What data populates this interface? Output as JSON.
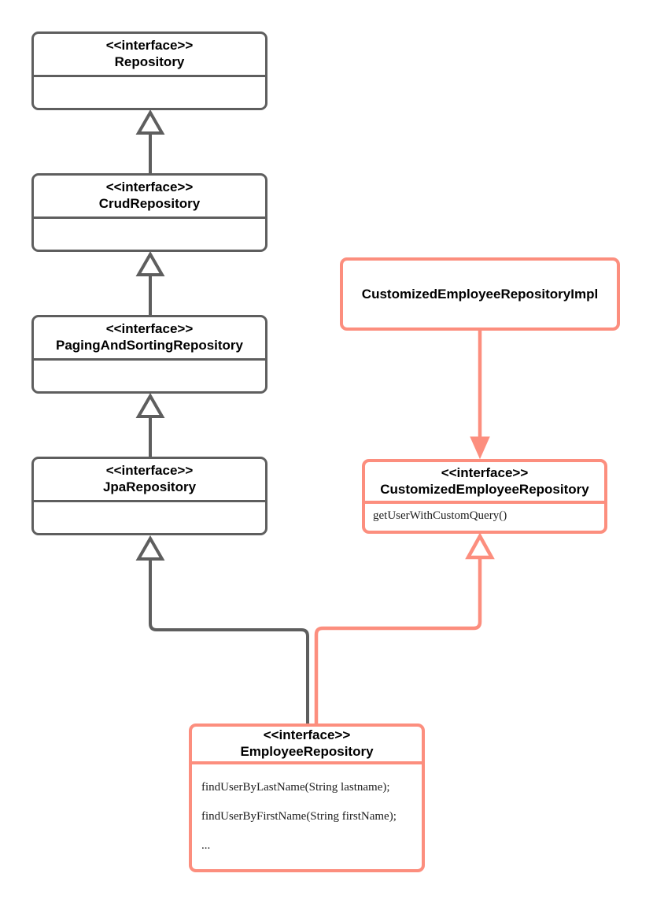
{
  "diagram": {
    "kind": "uml-class-diagram",
    "colors": {
      "node_border_gray": "#5e5e5e",
      "node_border_salmon": "#fc8e7e",
      "title_text": "#000000",
      "method_text": "#1c1c1c",
      "background": "#ffffff"
    },
    "nodes": {
      "repository": {
        "stereotype": "<<interface>>",
        "name": "Repository",
        "methods": []
      },
      "crud_repository": {
        "stereotype": "<<interface>>",
        "name": "CrudRepository",
        "methods": []
      },
      "paging_and_sorting_repository": {
        "stereotype": "<<interface>>",
        "name": "PagingAndSortingRepository",
        "methods": []
      },
      "jpa_repository": {
        "stereotype": "<<interface>>",
        "name": "JpaRepository",
        "methods": []
      },
      "customized_employee_repository_impl": {
        "stereotype": "",
        "name": "CustomizedEmployeeRepositoryImpl",
        "methods": []
      },
      "customized_employee_repository": {
        "stereotype": "<<interface>>",
        "name": "CustomizedEmployeeRepository",
        "methods": [
          "getUserWithCustomQuery()"
        ]
      },
      "employee_repository": {
        "stereotype": "<<interface>>",
        "name": "EmployeeRepository",
        "methods": [
          "findUserByLastName(String lastname);",
          "findUserByFirstName(String firstName);",
          "..."
        ]
      }
    },
    "edges": [
      {
        "from": "CrudRepository",
        "to": "Repository",
        "type": "inheritance",
        "color": "gray"
      },
      {
        "from": "PagingAndSortingRepository",
        "to": "CrudRepository",
        "type": "inheritance",
        "color": "gray"
      },
      {
        "from": "JpaRepository",
        "to": "PagingAndSortingRepository",
        "type": "inheritance",
        "color": "gray"
      },
      {
        "from": "EmployeeRepository",
        "to": "JpaRepository",
        "type": "inheritance",
        "color": "gray"
      },
      {
        "from": "EmployeeRepository",
        "to": "CustomizedEmployeeRepository",
        "type": "inheritance",
        "color": "salmon"
      },
      {
        "from": "CustomizedEmployeeRepositoryImpl",
        "to": "CustomizedEmployeeRepository",
        "type": "directed-association",
        "color": "salmon"
      }
    ]
  }
}
